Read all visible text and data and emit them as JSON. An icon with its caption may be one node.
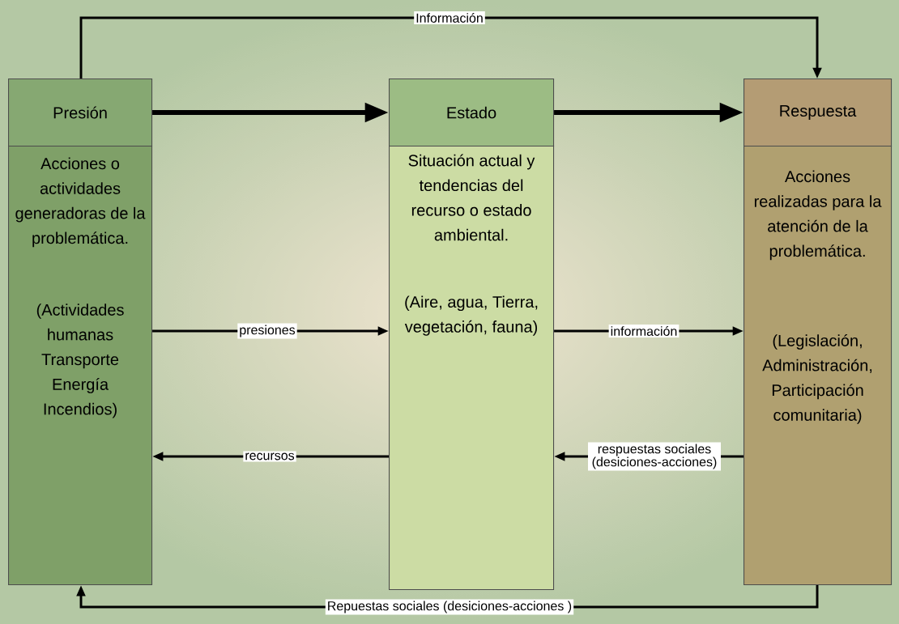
{
  "diagram": {
    "nodes": [
      {
        "text": [
          "Presión"
        ]
      },
      {
        "text": [
          "Acciones o actividades generadoras de la problemática.",
          "(Actividades humanas Transporte Energía Incendios)"
        ]
      },
      {
        "text": [
          "Estado"
        ]
      },
      {
        "text": [
          "Situación actual y tendencias del recurso o estado ambiental.",
          "(Aire, agua, Tierra, vegetación, fauna)"
        ]
      },
      {
        "text": [
          "Respuesta"
        ]
      },
      {
        "text": [
          "Acciones realizadas para la atención de la problemática.",
          "(Legislación, Administración, Participación comunitaria)"
        ]
      }
    ],
    "edges": [
      {
        "from": 0,
        "to": 2,
        "arrow": "to",
        "style": "thick"
      },
      {
        "from": 2,
        "to": 4,
        "arrow": "to",
        "style": "thick"
      },
      {
        "from": 1,
        "to": 3,
        "arrow": "to",
        "label": "presiones"
      },
      {
        "from": 3,
        "to": 5,
        "arrow": "to",
        "label": "información"
      },
      {
        "from": 5,
        "to": 3,
        "arrow": "to",
        "label": "respuestas sociales (desiciones-acciones)"
      },
      {
        "from": 3,
        "to": 1,
        "arrow": "to",
        "label": "recursos"
      },
      {
        "from": 0,
        "to": 4,
        "arrow": "to",
        "label": "Información"
      },
      {
        "from": 5,
        "to": 1,
        "arrow": "to",
        "label": "Repuestas sociales (desiciones-acciones )"
      }
    ]
  }
}
